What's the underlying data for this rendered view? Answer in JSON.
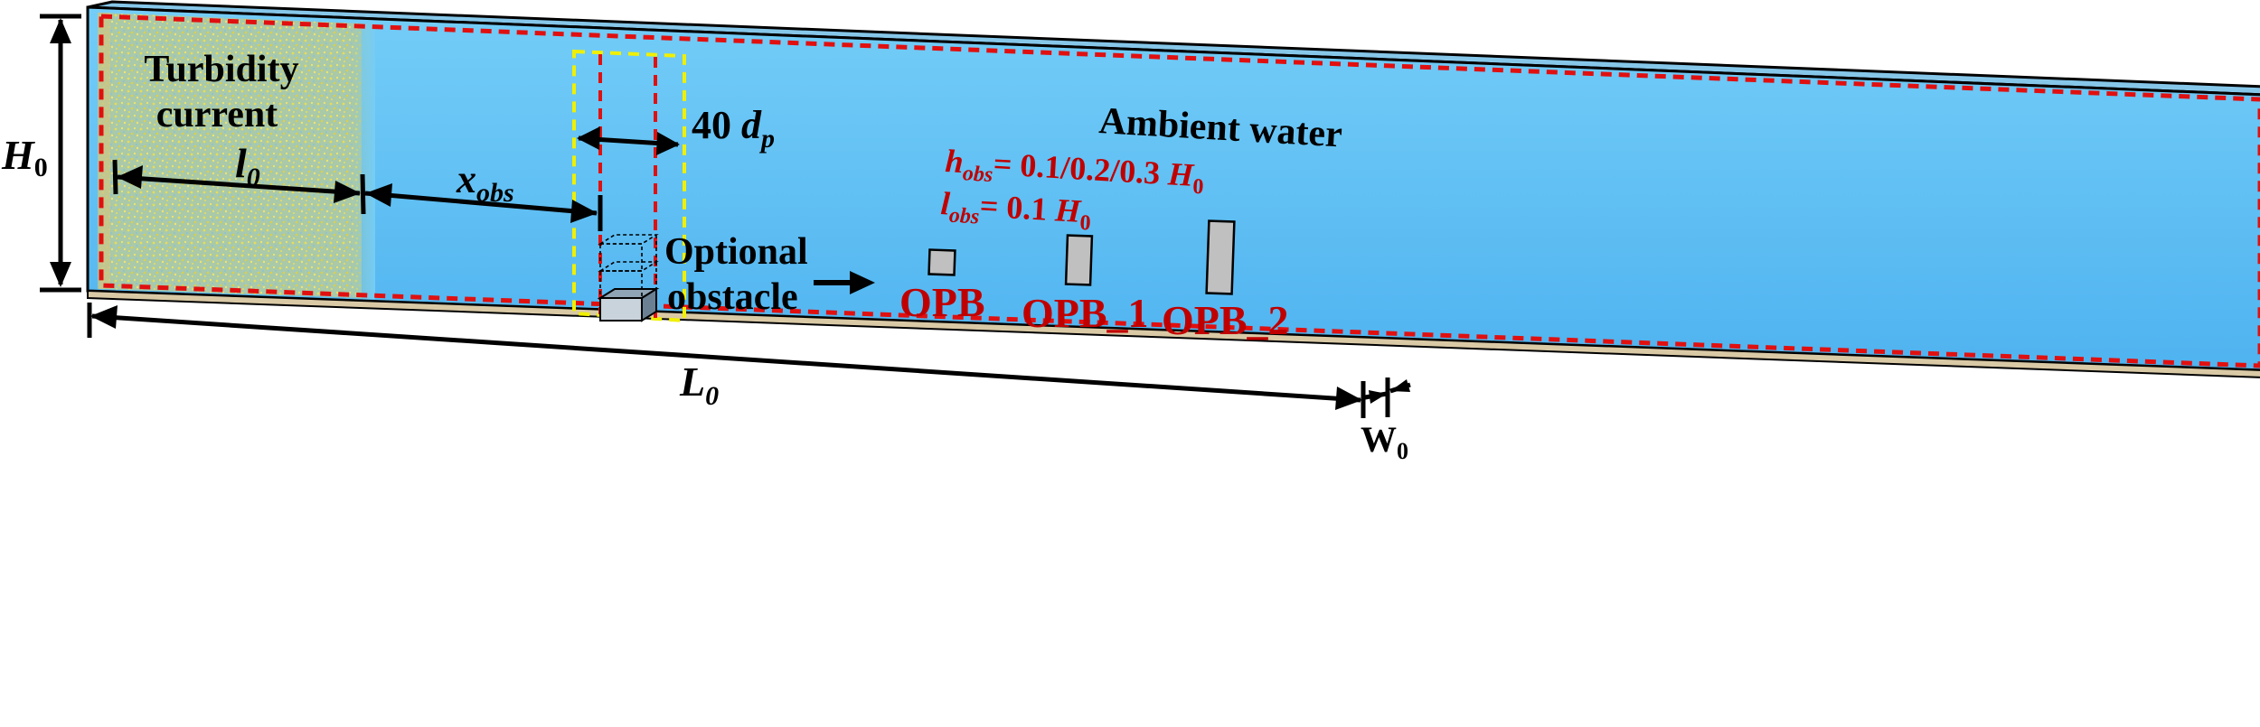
{
  "colors": {
    "water_light": "#74cdf7",
    "water_dark": "#4fb3f0",
    "current_sand": "#d8d070",
    "tank_edge": "#5b8fb0",
    "tank_top": "#86c7e9",
    "dashed_red": "#e01010",
    "dashed_yellow": "#f0f000",
    "label_red": "#c00000",
    "obstacle_gray": "#c0c0c0"
  },
  "labels": {
    "turbidity_line1": "Turbidity",
    "turbidity_line2": "current",
    "l0_main": "l",
    "l0_sub": "0",
    "H0_main": "H",
    "H0_sub": "0",
    "xobs_main": "x",
    "xobs_sub": "obs",
    "dp_prefix": "40 ",
    "dp_main": "d",
    "dp_sub": "p",
    "ambient": "Ambient water",
    "hobs_main": "h",
    "hobs_sub": "obs",
    "hobs_value": "= 0.1/0.2/0.3 ",
    "hobs_H_main": "H",
    "hobs_H_sub": "0",
    "lobs_main": "l",
    "lobs_sub": "obs",
    "lobs_value": "= 0.1 ",
    "lobs_H_main": "H",
    "lobs_H_sub": "0",
    "optional_line1": "Optional",
    "optional_line2": "obstacle",
    "L0_main": "L",
    "L0_sub": "0",
    "W0_main": "W",
    "W0_sub": "0"
  },
  "obstacles": [
    {
      "name": "OPB",
      "relative_height": 0.1
    },
    {
      "name": "OPB_1",
      "relative_height": 0.2
    },
    {
      "name": "OPB_2",
      "relative_height": 0.3
    }
  ]
}
